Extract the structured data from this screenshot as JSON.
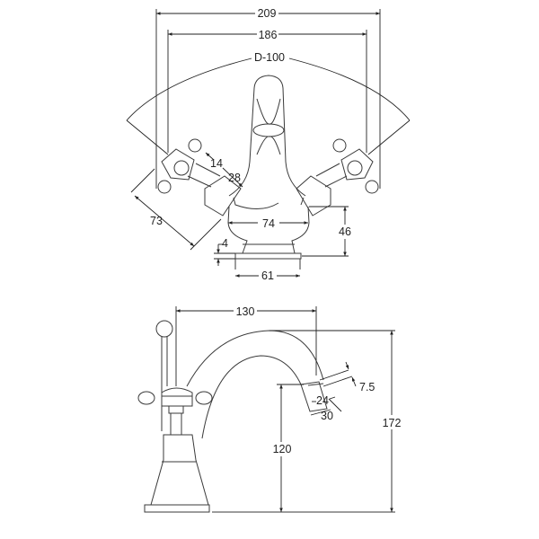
{
  "drawing": {
    "top_view": {
      "overall_width": "209",
      "handle_span": "186",
      "rotation_arc": "D-100",
      "handle_width": "14",
      "handle_neck": "28",
      "handle_length": "73",
      "body_width": "74",
      "body_height": "46",
      "base_thickness": "4",
      "base_width": "61"
    },
    "side_view": {
      "spout_reach": "130",
      "overall_height": "172",
      "outlet_height": "120",
      "outlet_offset": "7.5",
      "outlet_inner": "24",
      "outlet_outer": "30"
    }
  }
}
